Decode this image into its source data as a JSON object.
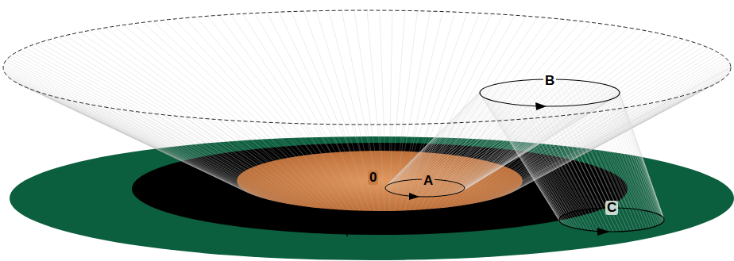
{
  "diagram": {
    "labels": [
      "0",
      "A",
      "B",
      "C"
    ]
  }
}
